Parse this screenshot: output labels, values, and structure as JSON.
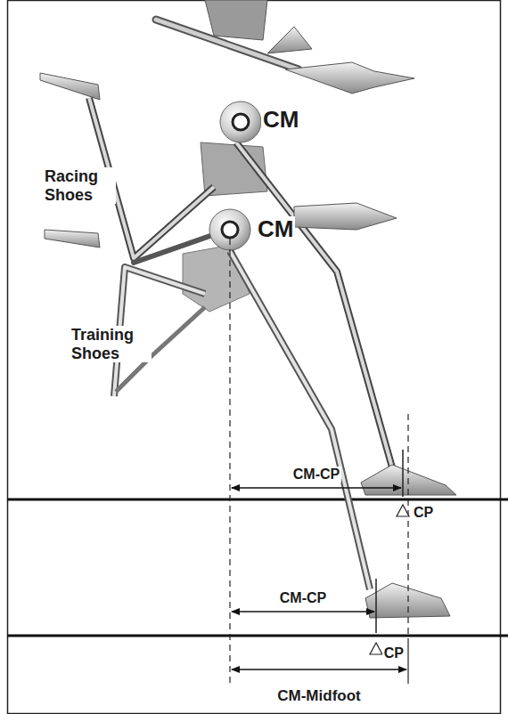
{
  "diagram": {
    "labels": [
      "CM",
      "Racing Shoes",
      "CM",
      "Training Shoes",
      "CM-CP",
      "CP",
      "CM-CP",
      "CP",
      "CM-Midfoot"
    ]
  }
}
